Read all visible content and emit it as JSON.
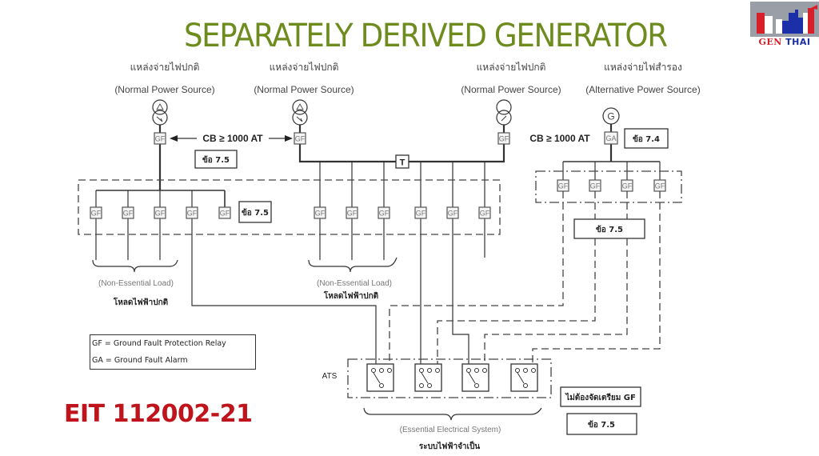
{
  "slide": {
    "title": "SEPARATELY DERIVED GENERATOR",
    "standard_ref": "EIT 112002-21",
    "logo": {
      "icon": "gen-thai-logo-icon",
      "word1": "GEN",
      "word2": "THAI",
      "colors": {
        "red": "#d8202a",
        "blue": "#1b2fa8",
        "gray": "#9a9ea6"
      }
    },
    "title_color": "#6e8b1e",
    "ref_color": "#c0141c"
  },
  "sources": [
    {
      "thai": "แหล่งจ่ายไฟปกติ",
      "english": "(Normal Power Source)",
      "symbol": "transformer-delta-wye-icon"
    },
    {
      "thai": "แหล่งจ่ายไฟปกติ",
      "english": "(Normal Power Source)",
      "symbol": "transformer-delta-wye-icon"
    },
    {
      "thai": "แหล่งจ่ายไฟปกติ",
      "english": "(Normal Power Source)",
      "symbol": "transformer-icon"
    },
    {
      "thai": "แหล่งจ่ายไฟสำรอง",
      "english": "(Alternative Power Source)",
      "symbol": "generator-icon",
      "generator_label": "G"
    }
  ],
  "annotations": {
    "cb_left": "CB ≥ 1000 AT",
    "cb_right": "CB ≥ 1000 AT",
    "tie_breaker": "T",
    "clause_7_5": "ข้อ 7.5",
    "clause_7_4": "ข้อ 7.4",
    "no_gf_required": "ไม่ต้องจัดเตรียม GF",
    "ats_label": "ATS"
  },
  "devices": {
    "gf": "GF",
    "ga": "GA"
  },
  "loads": {
    "non_essential_en": "(Non-Essential Load)",
    "non_essential_th": "โหลดไฟฟ้าปกติ",
    "essential_en": "(Essential Electrical System)",
    "essential_th": "ระบบไฟฟ้าจำเป็น"
  },
  "legend": [
    "GF = Ground Fault Protection Relay",
    "GA = Ground Fault Alarm"
  ]
}
